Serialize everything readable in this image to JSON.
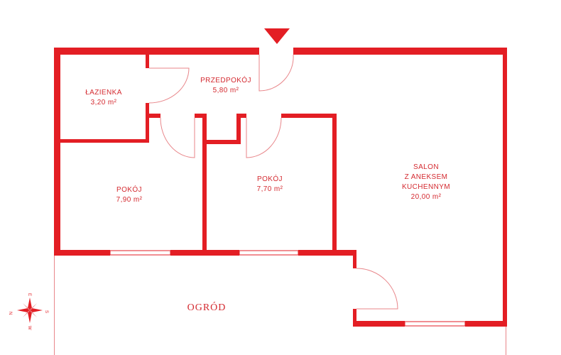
{
  "colors": {
    "wall": "#e31e24",
    "text": "#d42a30"
  },
  "rooms": [
    {
      "name": "ŁAZIENKA",
      "area": "3,20 m²"
    },
    {
      "name": "PRZEDPOKÓJ",
      "area": "5,80 m²"
    },
    {
      "name": "POKÓJ",
      "area": "7,90 m²"
    },
    {
      "name": "POKÓJ",
      "area": "7,70 m²"
    },
    {
      "name": "SALON",
      "name2": "Z ANEKSEM",
      "name3": "KUCHENNYM",
      "area": "20,00 m²"
    }
  ],
  "garden": "OGRÓD",
  "compass": {
    "n": "N",
    "e": "E",
    "s": "S",
    "w": "W"
  },
  "entrance_icon": "entrance-arrow-icon"
}
